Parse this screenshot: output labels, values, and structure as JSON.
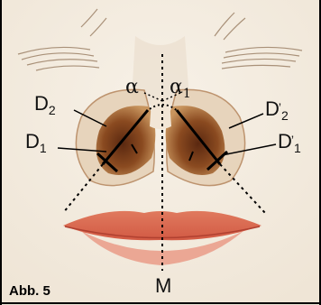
{
  "caption": "Abb. 5",
  "labels": {
    "alpha": "α",
    "alpha1": "α",
    "alpha1_sub": "1",
    "d2": "D",
    "d2_sub": "2",
    "d1": "D",
    "d1_sub": "1",
    "d2p": "D",
    "d2p_mark": "’",
    "d2p_sub": "2",
    "d1p": "D",
    "d1p_mark": "’",
    "d1p_sub": "1",
    "midline": "M"
  },
  "colors": {
    "skin": "#f4eee4",
    "nostril_shadow": "#7a3b17",
    "nostril_rim": "#c98a52",
    "lip": "#d9624b",
    "line": "#000000"
  }
}
